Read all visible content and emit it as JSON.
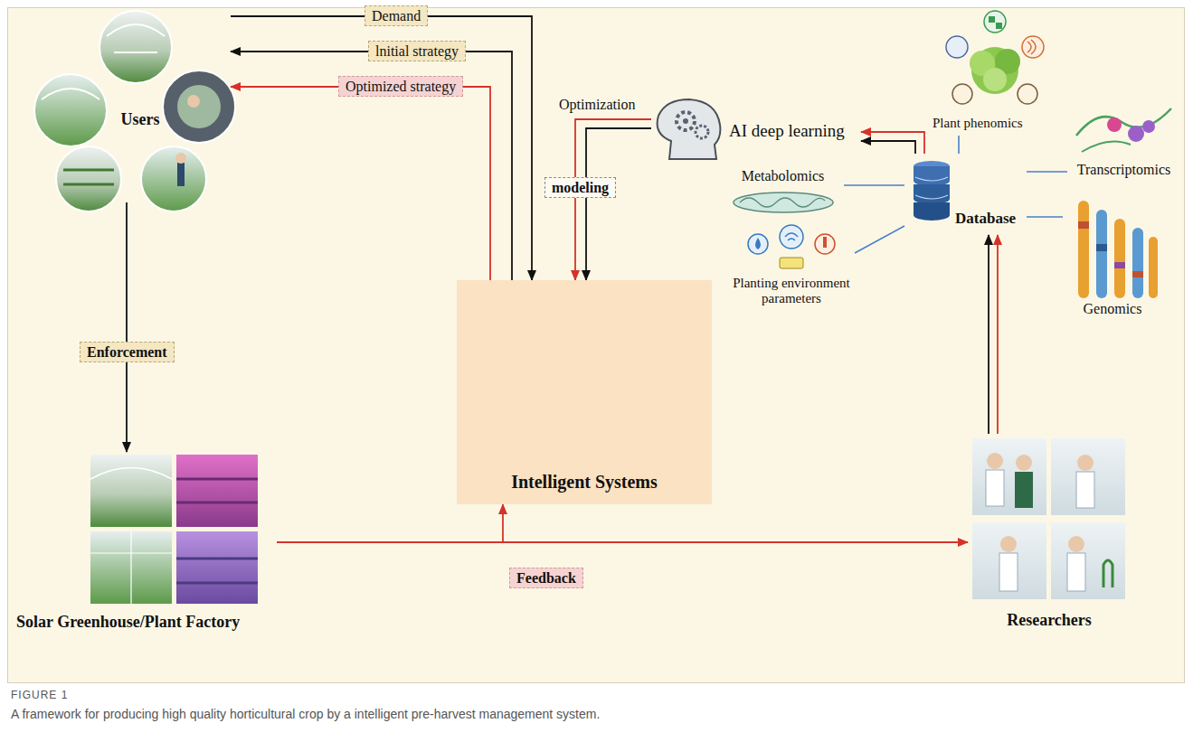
{
  "diagram": {
    "caption": "A framework for producing high quality horticultural crop by a intelligent pre-harvest management system.",
    "nodes": [
      {
        "text": [
          "Users"
        ]
      },
      {
        "text": [
          "Intelligent Systems"
        ]
      },
      {
        "text": [
          "AI deep learning"
        ]
      },
      {
        "text": [
          "Plant phenomics"
        ]
      },
      {
        "text": [
          "Metabolomics"
        ]
      },
      {
        "text": [
          "Transcriptomics"
        ]
      },
      {
        "text": [
          "Database"
        ]
      },
      {
        "text": [
          "Planting environment parameters"
        ]
      },
      {
        "text": [
          "Genomics"
        ]
      },
      {
        "text": [
          "Solar Greenhouse/Plant Factory"
        ]
      },
      {
        "text": [
          "Researchers"
        ]
      }
    ],
    "edges": [
      {
        "from": 0,
        "to": 1,
        "label": "Demand",
        "arrow": "to"
      },
      {
        "from": 1,
        "to": 0,
        "label": "lnitial strategy",
        "arrow": "to"
      },
      {
        "from": 1,
        "to": 0,
        "label": "Optimized strategy",
        "arrow": "to"
      },
      {
        "from": 2,
        "to": 1,
        "label": "modeling",
        "arrow": "to"
      },
      {
        "from": 2,
        "to": 1,
        "label": "Optimization",
        "arrow": "to"
      },
      {
        "from": 6,
        "to": 2,
        "arrow": "to"
      },
      {
        "from": 6,
        "to": 2,
        "arrow": "to"
      },
      {
        "from": 0,
        "to": 9,
        "label": "Enforcement",
        "arrow": "to"
      },
      {
        "from": 9,
        "to": 1,
        "label": "Feedback",
        "arrow": "to"
      },
      {
        "from": 9,
        "to": 10,
        "arrow": "to"
      },
      {
        "from": 10,
        "to": 6,
        "arrow": "to"
      },
      {
        "from": 10,
        "to": 6,
        "arrow": "to"
      },
      {
        "from": 6,
        "to": 4,
        "arrow": "none"
      },
      {
        "from": 6,
        "to": 3,
        "arrow": "none"
      },
      {
        "from": 6,
        "to": 5,
        "arrow": "none"
      },
      {
        "from": 6,
        "to": 8,
        "arrow": "none"
      },
      {
        "from": 6,
        "to": 7,
        "arrow": "none"
      }
    ],
    "labels": [
      "FIGURE 1"
    ]
  }
}
